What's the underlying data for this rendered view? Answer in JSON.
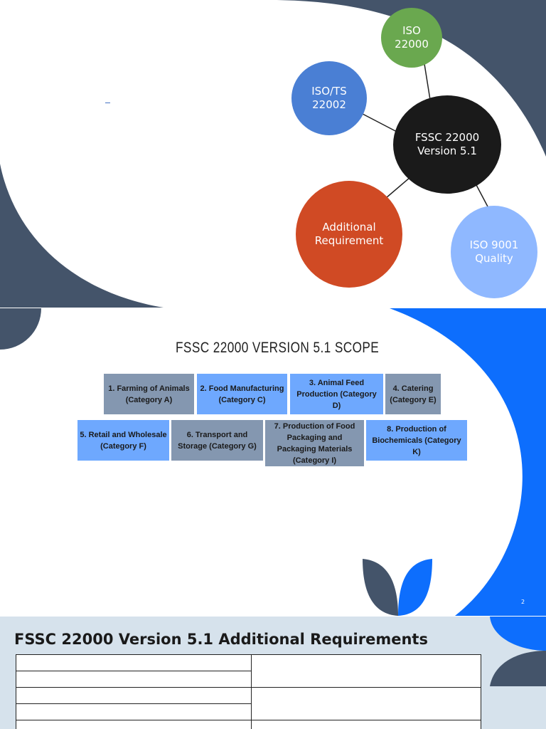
{
  "slide1": {
    "circles": {
      "iso22000": "ISO\n22000",
      "isots": "ISO/TS\n22002",
      "fssc": "FSSC 22000\nVersion 5.1",
      "additional": "Additional\nRequirement",
      "iso9001": "ISO 9001\nQuality"
    },
    "colors": {
      "green": "#6aa84f",
      "blue": "#4a7fd4",
      "black": "#1a1a1a",
      "red": "#d04a24",
      "light_blue": "#8fb8ff",
      "navy": "#44546a"
    }
  },
  "slide2": {
    "title": "FSSC 22000 VERSION 5.1 SCOPE",
    "row1": [
      {
        "label": "1. Farming of Animals (Category A)",
        "color": "gray"
      },
      {
        "label": "2. Food Manufacturing (Category C)",
        "color": "blue"
      },
      {
        "label": "3. Animal Feed Production (Category D)",
        "color": "blue"
      },
      {
        "label": "4. Catering (Category E)",
        "color": "gray"
      }
    ],
    "row2": [
      {
        "label": "5. Retail and Wholesale (Category F)",
        "color": "blue"
      },
      {
        "label": "6. Transport and Storage (Category G)",
        "color": "gray"
      },
      {
        "label": "7. Production of Food Packaging and Packaging Materials (Category I)",
        "color": "gray"
      },
      {
        "label": "8. Production of Biochemicals (Category K)",
        "color": "blue"
      }
    ],
    "page_number": "2",
    "colors": {
      "bright_blue": "#0d6efd",
      "navy": "#44546a"
    }
  },
  "slide3": {
    "title": "FSSC 22000 Version 5.1 Additional Requirements"
  }
}
